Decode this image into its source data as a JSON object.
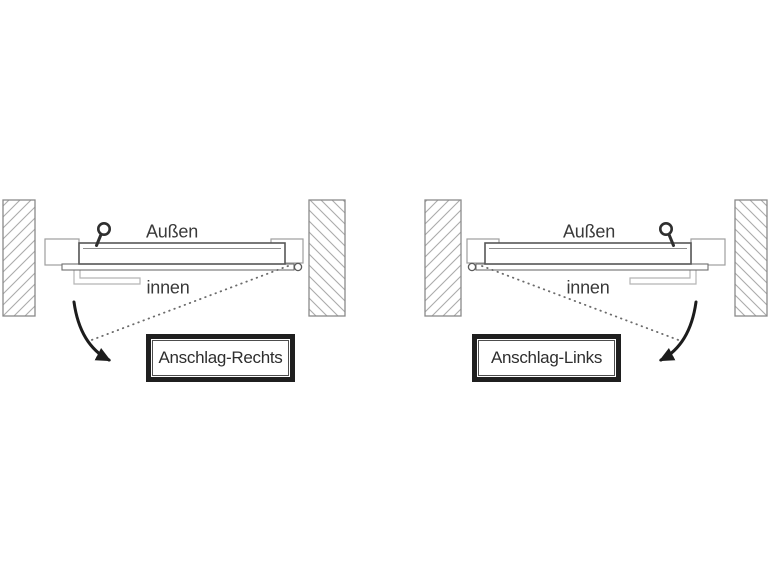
{
  "figure": {
    "colors": {
      "background": "#ffffff",
      "door_outline": "#575757",
      "frame_detail": "#9e9e9e",
      "bracket_detail": "#b5b5b5",
      "wall_border": "#8a8a8a",
      "wall_hatch": "#ababab",
      "label_text": "#3a3a3a",
      "caption_text": "#2e2e2e",
      "caption_border": "#1f1f1f",
      "arrow": "#1c1c1c",
      "dotted_line": "#6b6b6b"
    },
    "panels": [
      {
        "id": "anschlag-rechts",
        "hinge_side": "right",
        "outside_label": "Außen",
        "inside_label": "innen",
        "caption": "Anschlag-Rechts",
        "icons": [
          "door-handle-icon",
          "hinge-pin-icon",
          "swing-arrow-icon",
          "wall-hatch"
        ]
      },
      {
        "id": "anschlag-links",
        "hinge_side": "left",
        "outside_label": "Außen",
        "inside_label": "innen",
        "caption": "Anschlag-Links",
        "icons": [
          "door-handle-icon",
          "hinge-pin-icon",
          "swing-arrow-icon",
          "wall-hatch"
        ]
      }
    ]
  }
}
